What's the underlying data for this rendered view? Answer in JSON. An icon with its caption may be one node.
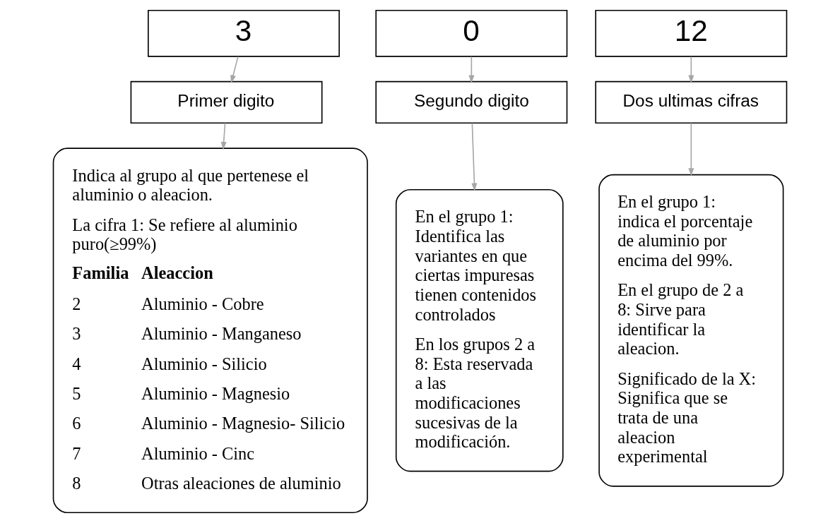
{
  "diagram": {
    "nodes": [
      {
        "text": [
          "3"
        ]
      },
      {
        "text": [
          "Primer digito"
        ]
      },
      {
        "text": [
          "Indica al grupo al que pertenese el aluminio o aleacion.",
          "La cifra 1: Se refiere al aluminio puro(≥99%)",
          "Familia",
          "Aleaccion",
          "2",
          "Aluminio - Cobre",
          "3",
          "Aluminio - Manganeso",
          "4",
          "Aluminio - Silicio",
          "5",
          "Aluminio - Magnesio",
          "6",
          "Aluminio - Magnesio- Silicio",
          "7",
          "Aluminio - Cinc",
          "8",
          "Otras aleaciones de aluminio"
        ]
      },
      {
        "text": [
          "0"
        ]
      },
      {
        "text": [
          "Segundo digito"
        ]
      },
      {
        "text": [
          "En el grupo 1: Identifica las variantes en que ciertas impuresas tienen contenidos controlados",
          "En los grupos 2 a 8: Esta reservada a las modificaciones sucesivas de la modificación."
        ]
      },
      {
        "text": [
          "12"
        ]
      },
      {
        "text": [
          "Dos ultimas cifras"
        ]
      },
      {
        "text": [
          "En el grupo 1: indica el porcentaje de aluminio por encima del 99%.",
          "En el grupo de 2 a 8: Sirve para identificar la aleacion.",
          "Significado de la X: Significa que se trata de una aleacion experimental"
        ]
      }
    ],
    "edges": [
      {
        "from": 0,
        "to": 1,
        "arrow": "to"
      },
      {
        "from": 1,
        "to": 2,
        "arrow": "to"
      },
      {
        "from": 3,
        "to": 4,
        "arrow": "to"
      },
      {
        "from": 4,
        "to": 5,
        "arrow": "to"
      },
      {
        "from": 6,
        "to": 7,
        "arrow": "to"
      },
      {
        "from": 7,
        "to": 8,
        "arrow": "to"
      }
    ]
  }
}
